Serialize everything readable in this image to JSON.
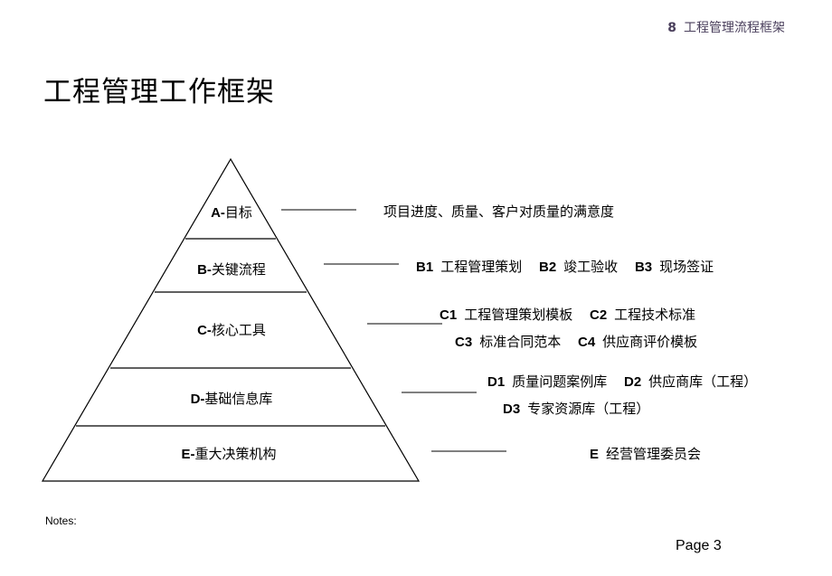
{
  "header": {
    "section_number": "8",
    "section_title": "工程管理流程框架"
  },
  "page_title": "工程管理工作框架",
  "pyramid": {
    "tiers": [
      {
        "code": "A-",
        "label": "目标"
      },
      {
        "code": "B-",
        "label": "关键流程"
      },
      {
        "code": "C-",
        "label": "核心工具"
      },
      {
        "code": "D-",
        "label": "基础信息库"
      },
      {
        "code": "E-",
        "label": "重大决策机构"
      }
    ]
  },
  "descriptions": {
    "a": {
      "text": "项目进度、质量、客户对质量的满意度"
    },
    "b": [
      {
        "code": "B1",
        "text": "工程管理策划"
      },
      {
        "code": "B2",
        "text": "竣工验收"
      },
      {
        "code": "B3",
        "text": "现场签证"
      }
    ],
    "c": [
      {
        "code": "C1",
        "text": "工程管理策划模板"
      },
      {
        "code": "C2",
        "text": "工程技术标准"
      },
      {
        "code": "C3",
        "text": "标准合同范本"
      },
      {
        "code": "C4",
        "text": "供应商评价模板"
      }
    ],
    "d": [
      {
        "code": "D1",
        "text": "质量问题案例库"
      },
      {
        "code": "D2",
        "text": "供应商库（工程）"
      },
      {
        "code": "D3",
        "text": "专家资源库（工程）"
      }
    ],
    "e": {
      "code": "E",
      "text": "经营管理委员会"
    }
  },
  "footer": {
    "notes_label": "Notes:",
    "page_label": "Page 3"
  }
}
